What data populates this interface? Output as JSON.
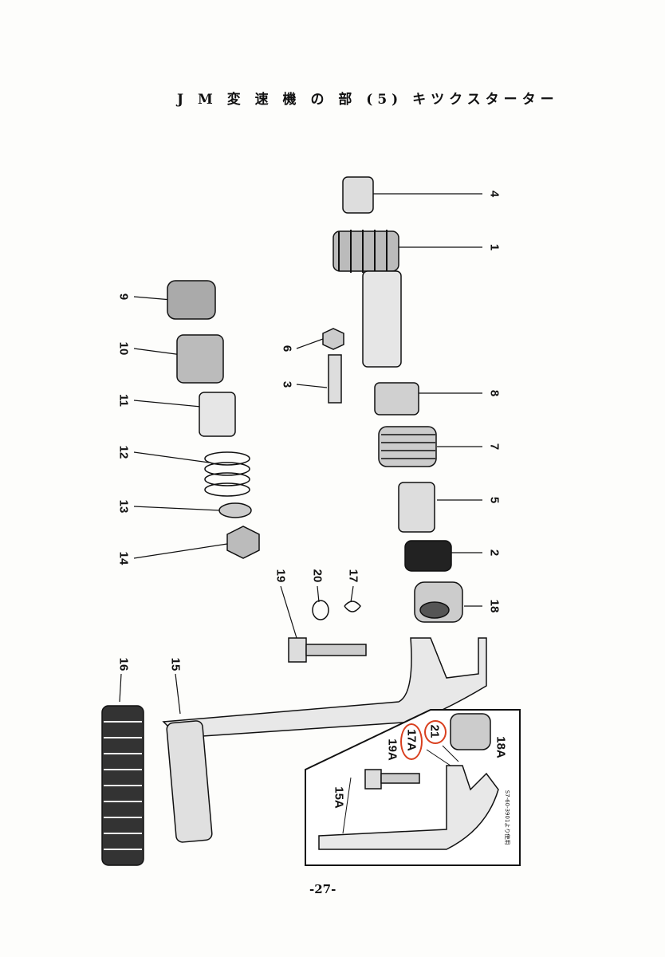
{
  "title": "J M 変 速 機 の 部 (5) キツクスターター",
  "page_number": "-27-",
  "parts": [
    "1",
    "2",
    "3",
    "4",
    "5",
    "6",
    "7",
    "8",
    "9",
    "10",
    "11",
    "12",
    "13",
    "14",
    "15",
    "16",
    "17",
    "18",
    "19",
    "20"
  ],
  "inset": {
    "parts": [
      "15A",
      "17A",
      "18A",
      "19A",
      "21"
    ],
    "note": "S7-60-3901より使用",
    "highlighted": [
      "17A",
      "21"
    ],
    "highlight_color": "#d9401f"
  }
}
